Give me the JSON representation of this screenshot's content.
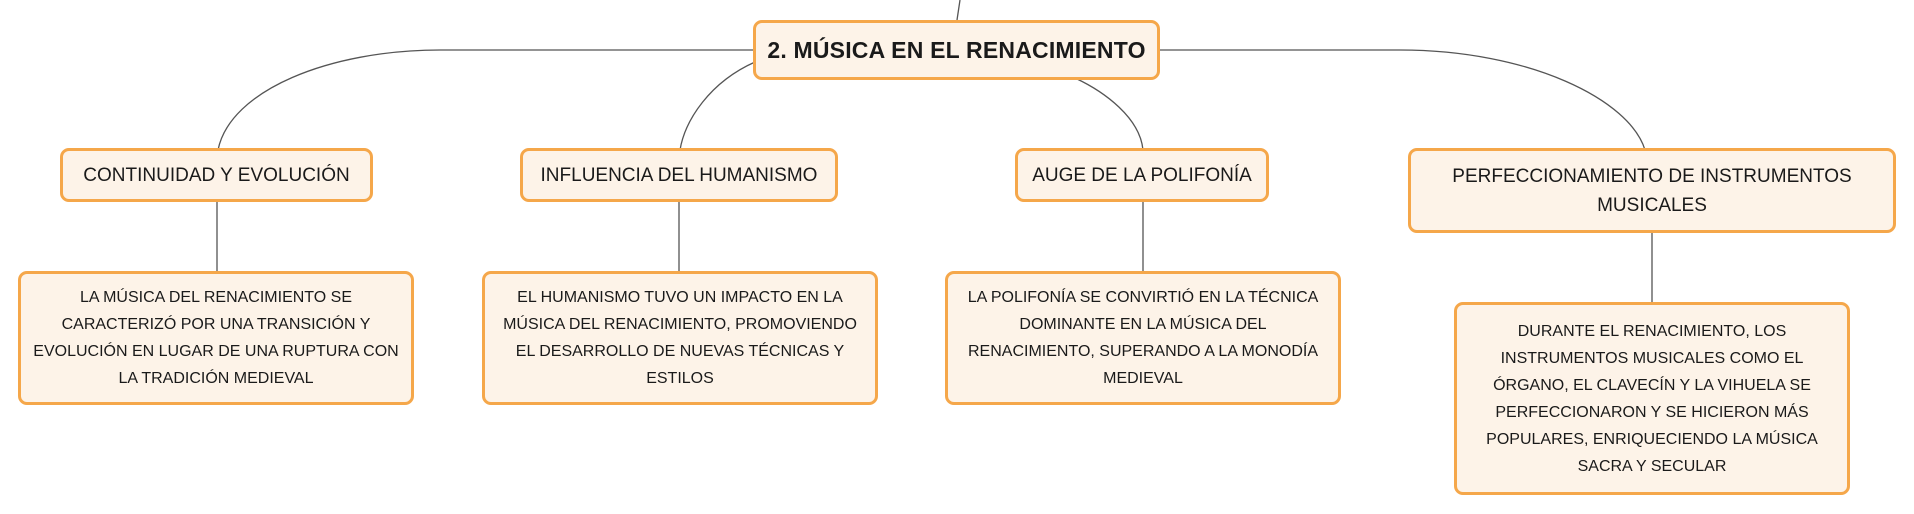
{
  "root": {
    "label": "2. MÚSICA EN EL RENACIMIENTO"
  },
  "colors": {
    "node_border": "#f5a74a",
    "node_fill": "#fdf3e8",
    "connector": "#555555"
  },
  "topics": [
    {
      "label": "CONTINUIDAD Y EVOLUCIÓN",
      "detail": "LA MÚSICA DEL RENACIMIENTO SE CARACTERIZÓ POR UNA TRANSICIÓN Y EVOLUCIÓN EN LUGAR DE UNA RUPTURA CON LA TRADICIÓN MEDIEVAL"
    },
    {
      "label": "INFLUENCIA DEL HUMANISMO",
      "detail": "EL HUMANISMO TUVO UN IMPACTO EN LA MÚSICA DEL RENACIMIENTO, PROMOVIENDO EL DESARROLLO DE NUEVAS TÉCNICAS Y ESTILOS"
    },
    {
      "label": "AUGE DE LA POLIFONÍA",
      "detail": "LA POLIFONÍA SE CONVIRTIÓ EN LA TÉCNICA DOMINANTE EN LA MÚSICA DEL RENACIMIENTO, SUPERANDO A LA MONODÍA MEDIEVAL"
    },
    {
      "label": "PERFECCIONAMIENTO DE INSTRUMENTOS MUSICALES",
      "detail": "DURANTE EL RENACIMIENTO, LOS INSTRUMENTOS MUSICALES COMO EL ÓRGANO, EL CLAVECÍN Y LA VIHUELA SE PERFECCIONARON Y SE HICIERON MÁS POPULARES, ENRIQUECIENDO LA MÚSICA SACRA Y SECULAR"
    }
  ]
}
